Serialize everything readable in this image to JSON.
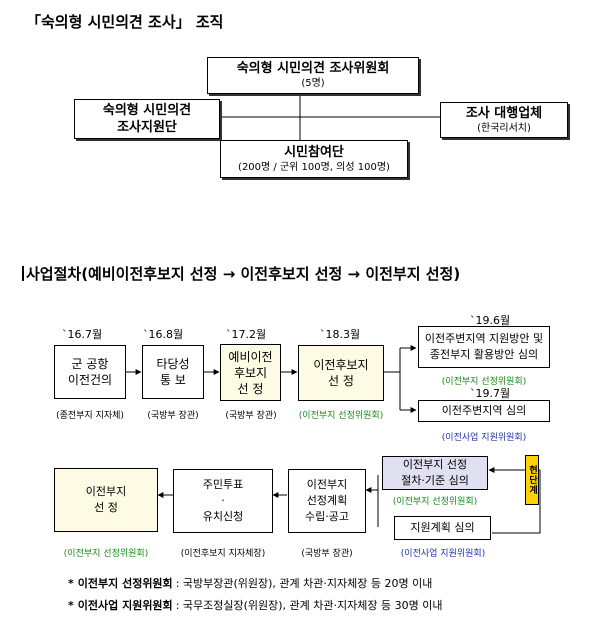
{
  "org": {
    "title": "「숙의형 시민의견 조사」 조직",
    "committee": {
      "name": "숙의형 시민의견 조사위원회",
      "sub": "(5명)"
    },
    "support": {
      "line1": "숙의형 시민의견",
      "line2": "조사지원단"
    },
    "agency": {
      "name": "조사 대행업체",
      "sub": "(한국리서치)"
    },
    "citizens": {
      "name": "시민참여단",
      "sub": "(200명 / 군위 100명, 의성 100명)"
    }
  },
  "process": {
    "title": "사업절차(예비이전후보지 선정 → 이전후보지 선정 → 이전부지 선정)",
    "steps": [
      {
        "date": "`16.7월",
        "line1": "군 공항",
        "line2": "이전건의",
        "note": "(종전부지 지자체)"
      },
      {
        "date": "`16.8월",
        "line1": "타당성",
        "line2": "통 보",
        "note": "(국방부 장관)"
      },
      {
        "date": "`17.2월",
        "line1": "예비이전",
        "line2": "후보지",
        "line3": "선 정",
        "note": "(국방부 장관)"
      },
      {
        "date": "`18.3월",
        "line1": "이전후보지",
        "line2": "선 정",
        "note": "(이전부지 선정위원회)"
      }
    ],
    "upper": {
      "date": "`19.6월",
      "line1": "이전주변지역 지원방안 및",
      "line2": "종전부지 활용방안 심의",
      "note": "(이전부지 선정위원회)"
    },
    "lower": {
      "date": "`19.7월",
      "line1": "이전주변지역 심의",
      "note": "(이전사업 지원위원회)"
    },
    "criteria": {
      "line1": "이전부지 선정",
      "line2": "절차·기준 심의",
      "note": "(이전부지 선정위원회)"
    },
    "plan": {
      "line1": "지원계획 심의",
      "note": "(이전사업 지원위원회)"
    },
    "current": "현단계",
    "notice": {
      "line1": "이전부지",
      "line2": "선정계획",
      "line3": "수립·공고",
      "note": "(국방부 장관)"
    },
    "vote": {
      "line1": "주민투표",
      "line2": "·",
      "line3": "유치신청",
      "note": "(이전후보지 지자체장)"
    },
    "final": {
      "line1": "이전부지",
      "line2": "선 정",
      "note": "(이전부지 선정위원회)"
    }
  },
  "footnotes": [
    {
      "bullet": "*",
      "label": "이전부지 선정위원회",
      "text": ": 국방부장관(위원장), 관계 차관·지자체장 등 20명 이내"
    },
    {
      "bullet": "*",
      "label": "이전사업 지원위원회",
      "text": ": 국무조정실장(위원장), 관계 차관·지자체장 등 30명 이내"
    }
  ]
}
